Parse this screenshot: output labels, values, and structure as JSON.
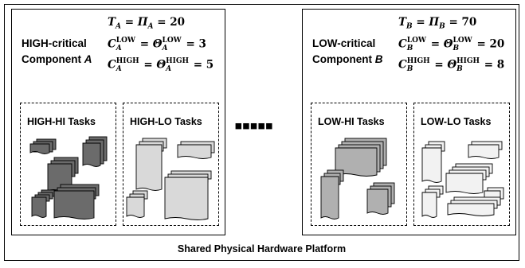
{
  "platform": {
    "label": "Shared Physical Hardware Platform"
  },
  "ellipsis": "▪▪▪▪▪",
  "component_a": {
    "name_line1": "HIGH-critical",
    "name_line2": "Component",
    "name_symbol": "A",
    "param1": {
      "lhs1": "T",
      "sub1": "A",
      "lhs2": "Π",
      "sub2": "A",
      "value": "20"
    },
    "param2": {
      "sym1": "C",
      "sup1": "LOW",
      "sub1": "A",
      "sym2": "Θ",
      "sup2": "LOW",
      "sub2": "A",
      "value": "3"
    },
    "param3": {
      "sym1": "C",
      "sup1": "HIGH",
      "sub1": "A",
      "sym2": "Θ",
      "sup2": "HIGH",
      "sub2": "A",
      "value": "5"
    },
    "group_hi": "HIGH-HI Tasks",
    "group_lo": "HIGH-LO Tasks"
  },
  "component_b": {
    "name_line1": "LOW-critical",
    "name_line2": "Component",
    "name_symbol": "B",
    "param1": {
      "lhs1": "T",
      "sub1": "B",
      "lhs2": "Π",
      "sub2": "B",
      "value": "70"
    },
    "param2": {
      "sym1": "C",
      "sup1": "LOW",
      "sub1": "B",
      "sym2": "Θ",
      "sup2": "LOW",
      "sub2": "B",
      "value": "20"
    },
    "param3": {
      "sym1": "C",
      "sup1": "HIGH",
      "sub1": "B",
      "sym2": "Θ",
      "sup2": "HIGH",
      "sub2": "B",
      "value": "8"
    },
    "group_hi": "LOW-HI Tasks",
    "group_lo": "LOW-LO Tasks"
  },
  "colors": {
    "high_hi_fill": "#6b6b6b",
    "high_lo_fill": "#d9d9d9",
    "low_hi_fill": "#b0b0b0",
    "low_lo_fill": "#f2f2f2",
    "stroke": "#000000"
  }
}
